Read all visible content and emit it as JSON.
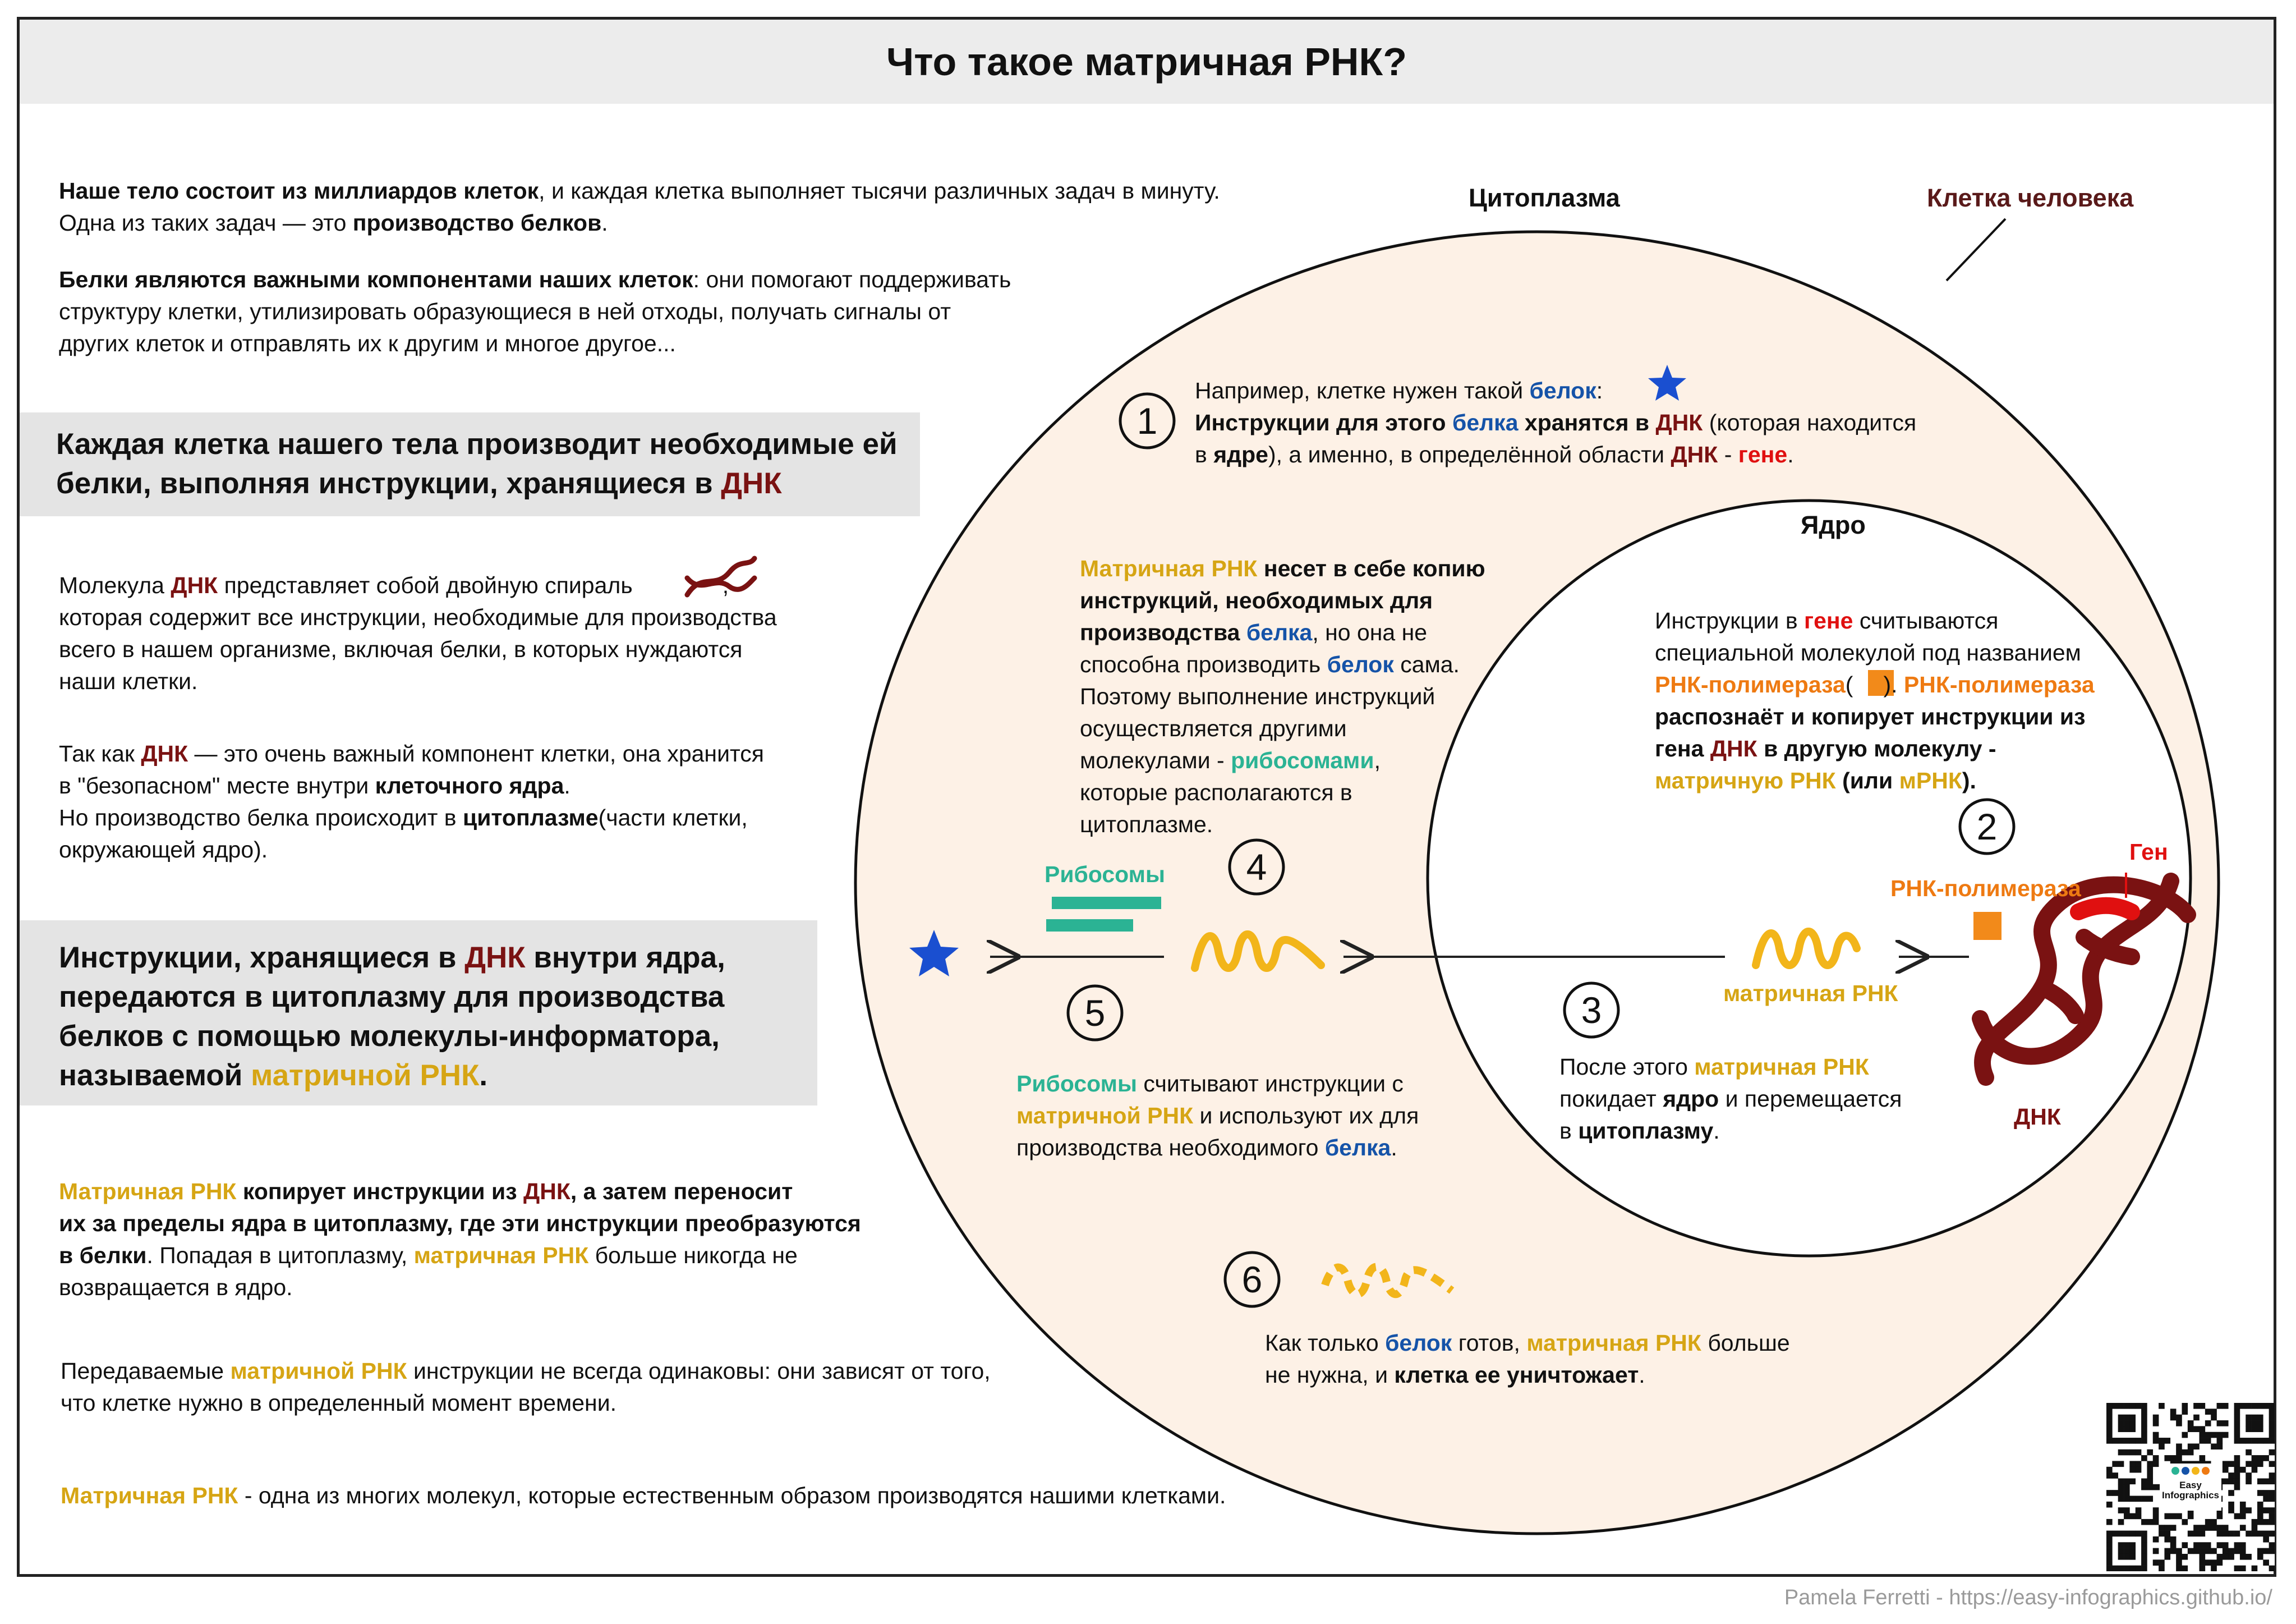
{
  "title": "Что такое матричная РНК?",
  "colors": {
    "cytoplasm": "#fdf1e6",
    "dna": "#7a1212",
    "gene": "#e01010",
    "mrna": "#f2b51a",
    "ribosome": "#2bb394",
    "protein": "#1a4fd0",
    "polymerase": "#f28a1a"
  },
  "left": {
    "p1_b1": "Наше тело состоит из миллиардов клеток",
    "p1_t1": ", и каждая клетка выполняет тысячи различных задач в минуту.",
    "p1_t2": "Одна из таких задач — это ",
    "p1_b2": "производство белков",
    "p1_t3": ".",
    "p2_b1": "Белки являются важными компонентами наших клеток",
    "p2_t1": ": они помогают поддерживать",
    "p2_t2": "структуру клетки, утилизировать образующиеся в ней отходы, получать сигналы от",
    "p2_t3": "других клеток и отправлять их к другим и многое другое...",
    "box1_l1": "Каждая клетка нашего тела производит необходимые ей",
    "box1_l2a": "белки, выполняя инструкции, хранящиеся в ",
    "box1_l2b": "ДНК",
    "p3_t1": "Молекула ",
    "p3_dna": "ДНК",
    "p3_t2": " представляет собой двойную спираль",
    "p3_t3": ",",
    "p3_l2": "которая содержит все инструкции, необходимые для производства",
    "p3_l3": "всего в нашем организме, включая белки, в которых нуждаются",
    "p3_l4": "наши клетки.",
    "p4_t1": "Так как ",
    "p4_dna": "ДНК",
    "p4_t2": " — это очень важный компонент клетки, она хранится",
    "p4_t3": "в \"безопасном\" месте внутри ",
    "p4_b1": "клеточного ядра",
    "p4_t4": ".",
    "p4_t5": "Но производство белка происходит в ",
    "p4_b2": "цитоплазме",
    "p4_t6": "(части клетки,",
    "p4_t7": "окружающей ядро).",
    "box2_l1a": "Инструкции, хранящиеся в ",
    "box2_l1b": "ДНК",
    "box2_l1c": " внутри ядра,",
    "box2_l2": "передаются в цитоплазму для производства",
    "box2_l3": "белков с помощью молекулы-информатора,",
    "box2_l4a": "называемой ",
    "box2_l4b": "матричной РНК",
    "box2_l4c": ".",
    "p5_g1": "Матричная РНК",
    "p5_b1": " копирует инструкции из ",
    "p5_dna": "ДНК",
    "p5_b2": ", а затем переносит",
    "p5_b3": "их за пределы ядра в цитоплазму, где эти инструкции преобразуются",
    "p5_b4": "в белки",
    "p5_t1": ". Попадая в цитоплазму, ",
    "p5_g2": "матричная РНК",
    "p5_t2": " больше никогда не",
    "p5_t3": "возвращается в ядро.",
    "p6_t1": "Передаваемые ",
    "p6_g1": "матричной РНК",
    "p6_t2": " инструкции не всегда одинаковы: они зависят от того,",
    "p6_t3": "что клетке нужно в определенный момент времени.",
    "p7_g1": "Матричная РНК",
    "p7_t1": " - одна из многих молекул, которые естественным образом производятся нашими клетками."
  },
  "diagram": {
    "cytoplasm_label": "Цитоплазма",
    "cell_label": "Клетка человека",
    "nucleus_label": "Ядро",
    "gene_label": "Ген",
    "dna_label": "ДНК",
    "polymerase_label": "РНК-полимераза",
    "mrna_label": "матричная РНК",
    "ribosomes_label": "Рибосомы",
    "step1": {
      "num": "1",
      "l1a": "Например, клетке нужен такой ",
      "l1b": "белок",
      "l1c": ":",
      "l2a": "Инструкции для этого ",
      "l2b": "белка",
      "l2c": " хранятся в ",
      "l2d": "ДНК",
      "l2e": " (которая находится",
      "l3a": "в ",
      "l3b": "ядре",
      "l3c": "), а именно, в определённой области ",
      "l3d": "ДНК",
      "l3e": " - ",
      "l3f": "гене",
      "l3g": "."
    },
    "step2": {
      "num": "2",
      "l1a": "Инструкции в ",
      "l1b": "гене",
      "l1c": " считываются",
      "l2": "специальной молекулой под названием",
      "l3a": "РНК-полимераза",
      "l3b": "(",
      "l3c": ").  ",
      "l3d": "РНК-полимераза",
      "l4": "распознаёт и копирует инструкции из",
      "l5a": "гена ",
      "l5b": "ДНК",
      "l5c": " в другую молекулу -",
      "l6a": "матричную РНК",
      "l6b": " (или ",
      "l6c": "мРНК",
      "l6d": ")."
    },
    "step3": {
      "num": "3",
      "l1a": "После этого ",
      "l1b": "матричная РНК",
      "l2a": "покидает ",
      "l2b": "ядро",
      "l2c": " и перемещается",
      "l3a": "в ",
      "l3b": "цитоплазму",
      "l3c": "."
    },
    "step4": {
      "num": "4",
      "l1a": "Матричная РНК",
      "l1b": " несет в себе копию",
      "l2": "инструкций, необходимых для",
      "l3a": "производства ",
      "l3b": "белка",
      "l3c": ", но она не",
      "l4a": "способна производить ",
      "l4b": "белок",
      "l4c": " сама.",
      "l5": "Поэтому выполнение инструкций",
      "l6": "осуществляется другими",
      "l7a": "молекулами - ",
      "l7b": "рибосомами",
      "l7c": ",",
      "l8": "которые располагаются в",
      "l9": "цитоплазме."
    },
    "step5": {
      "num": "5",
      "l1a": "Рибосомы",
      "l1b": " считывают инструкции с",
      "l2a": "матричной РНК",
      "l2b": " и используют их для",
      "l3a": "производства необходимого ",
      "l3b": "белка",
      "l3c": "."
    },
    "step6": {
      "num": "6",
      "l1a": "Как только ",
      "l1b": "белок",
      "l1c": " готов, ",
      "l1d": "матричная РНК",
      "l1e": " больше",
      "l2a": "не нужна, и ",
      "l2b": "клетка ее уничтожает",
      "l2c": "."
    }
  },
  "qr": {
    "brand_l1": "Easy",
    "brand_l2": "Infographics"
  },
  "footer": "Pamela Ferretti - https://easy-infographics.github.io/"
}
